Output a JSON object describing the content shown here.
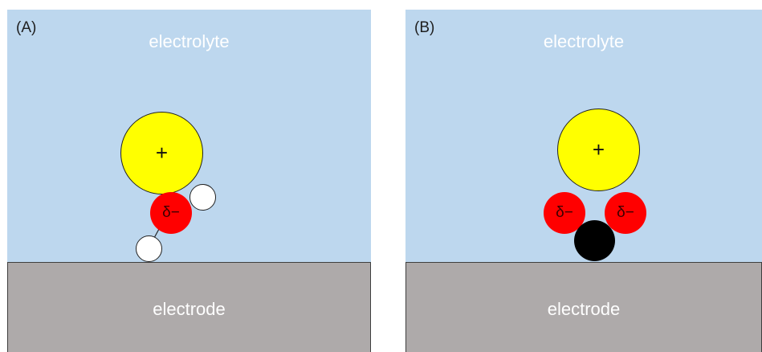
{
  "panels": [
    {
      "label": "(A)",
      "electrolyte_label": "electrolyte",
      "electrode_label": "electrode",
      "cation_symbol": "+",
      "oxygen_symbol": "δ−"
    },
    {
      "label": "(B)",
      "electrolyte_label": "electrolyte",
      "electrode_label": "electrode",
      "cation_symbol": "+",
      "oxygen_symbols": [
        "δ−",
        "δ−"
      ]
    }
  ],
  "colors": {
    "electrolyte": "#bdd7ee",
    "electrode": "#aeaaaa",
    "label_text": "#ffffff",
    "cation": "#ffff00",
    "oxygen": "#ff0000",
    "hydrogen": "#ffffff",
    "surface_atom": "#000000"
  }
}
